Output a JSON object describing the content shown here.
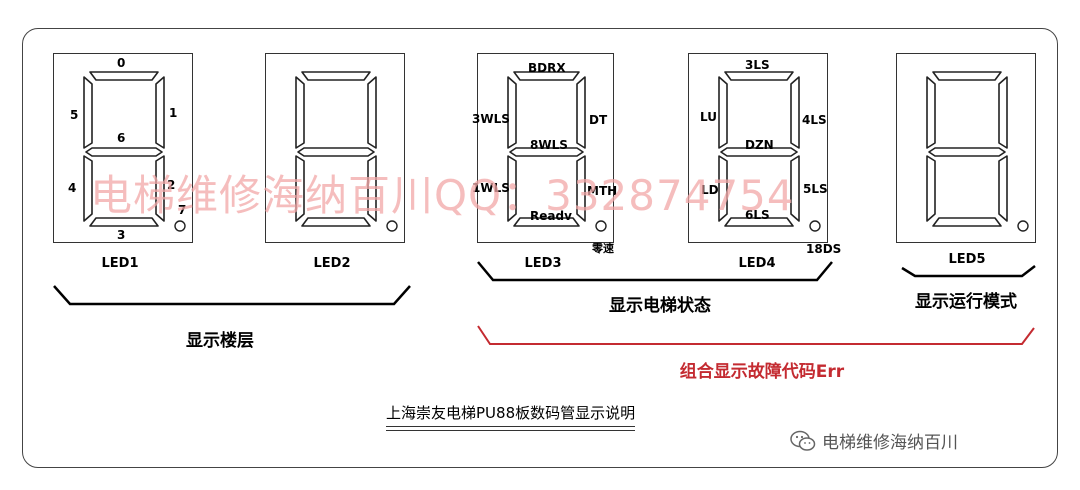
{
  "segment_labels": {
    "led1": {
      "top": "0",
      "upper_left": "5",
      "upper_right": "1",
      "middle": "6",
      "lower_left": "4",
      "lower_right": "2",
      "bottom": "3",
      "dot": "7"
    },
    "led3": {
      "top": "BDRX",
      "upper_left": "3WLS",
      "upper_right": "DT",
      "middle": "8WLS",
      "lower_left": "1WLS",
      "lower_right": "MTH",
      "bottom": "Readv",
      "dot": "零速"
    },
    "led4": {
      "top": "3LS",
      "upper_left": "LU",
      "upper_right": "4LS",
      "middle": "DZN",
      "lower_left": "LD",
      "lower_right": "5LS",
      "bottom": "6LS",
      "dot": "18DS"
    }
  },
  "led_names": [
    "LED1",
    "LED2",
    "LED3",
    "LED4",
    "LED5"
  ],
  "groups": {
    "floor": "显示楼层",
    "status": "显示电梯状态",
    "mode": "显示运行模式",
    "error": "组合显示故障代码Err"
  },
  "watermark": "电梯维修海纳百川QQ：332874754",
  "caption": "上海崇友电梯PU88板数码管显示说明",
  "logo_text": "电梯维修海纳百川",
  "colors": {
    "error_red": "#c42b31",
    "watermark": "#f2a8a8",
    "outline": "#333333"
  }
}
